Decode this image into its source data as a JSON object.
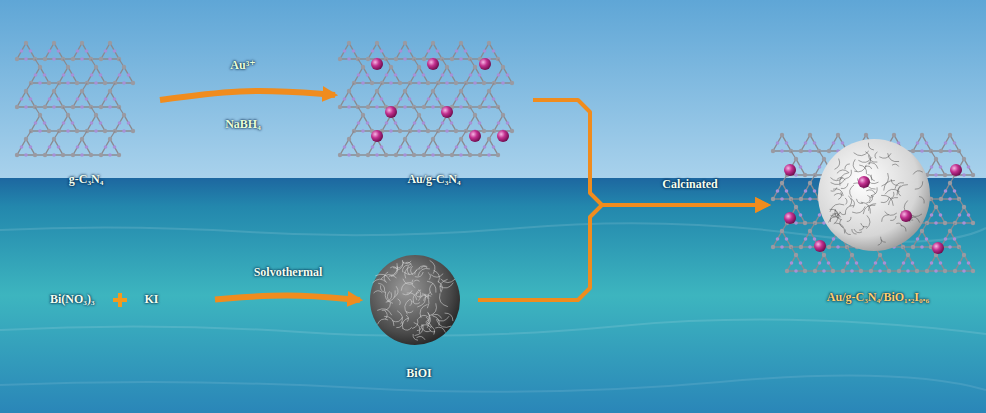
{
  "diagram": {
    "nodes": [
      {
        "text": [
          "g-C₃N₄"
        ]
      },
      {
        "text": [
          "Au/g-C₃N₄"
        ]
      },
      {
        "text": [
          "Bi(NO₃)₃",
          "KI"
        ]
      },
      {
        "text": [
          "BiOI"
        ]
      },
      {
        "text": [
          "Au/g-C₃N₄/BiO₁.₂I₀.₆"
        ]
      }
    ],
    "edges": [
      {
        "from": 0,
        "to": 1,
        "arrow": "to",
        "label": "Au³⁺"
      },
      {
        "from": 2,
        "to": 3,
        "arrow": "to",
        "label": "Solvothermal"
      },
      {
        "from": 1,
        "to": 4,
        "arrow": "to",
        "label": "Calcinated"
      },
      {
        "from": 3,
        "to": 4,
        "arrow": "to"
      }
    ],
    "labels": [
      "NaBH₄"
    ]
  }
}
